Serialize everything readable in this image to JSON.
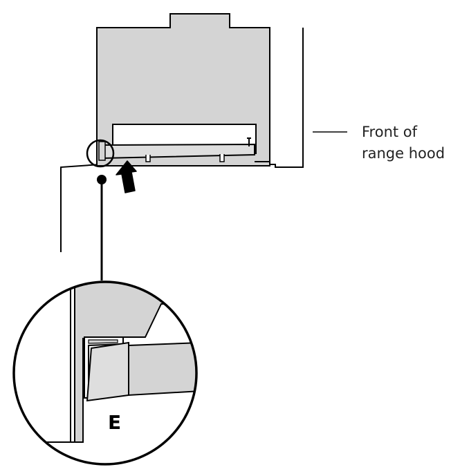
{
  "callout": {
    "line1": "Front of",
    "line2": "range hood"
  },
  "detail_view": {
    "label": "E"
  },
  "colors": {
    "hood_fill": "#d4d4d4",
    "filter_fill": "#dedede",
    "outline": "#000000",
    "background": "#ffffff"
  },
  "icons": {
    "push_direction": "up-arrow-icon",
    "detail_magnifier": "magnifier-circle-icon"
  }
}
